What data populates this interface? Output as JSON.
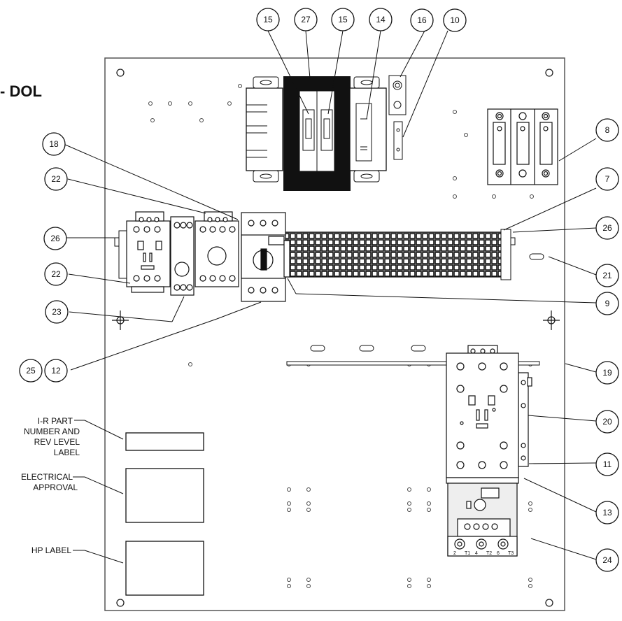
{
  "title": "- DOL",
  "labels": {
    "part_number": [
      "I-R PART",
      "NUMBER AND",
      "REV LEVEL",
      "LABEL"
    ],
    "electrical": [
      "ELECTRICAL",
      "APPROVAL"
    ],
    "hp": "HP LABEL"
  },
  "callouts": {
    "c15a": "15",
    "c27": "27",
    "c15b": "15",
    "c14": "14",
    "c16": "16",
    "c10": "10",
    "c8": "8",
    "c18": "18",
    "c22a": "22",
    "c7": "7",
    "c26a": "26",
    "c26b": "26",
    "c21": "21",
    "c22b": "22",
    "c23": "23",
    "c9": "9",
    "c25": "25",
    "c12": "12",
    "c19": "19",
    "c20": "20",
    "c11": "11",
    "c13": "13",
    "c24": "24"
  },
  "terminal_marks": [
    "2",
    "T1",
    "4",
    "T2",
    "6",
    "T3"
  ]
}
